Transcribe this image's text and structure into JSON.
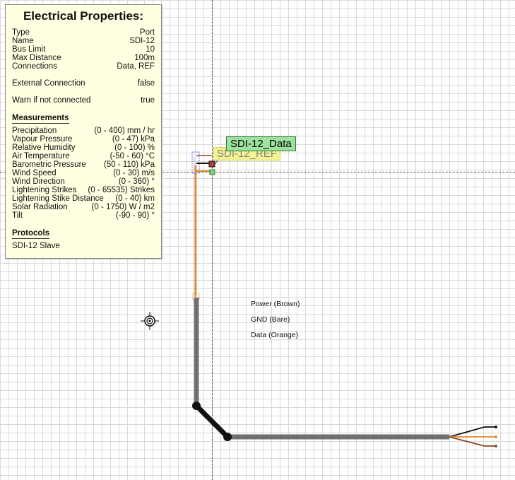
{
  "properties": {
    "title": "Electrical Properties:",
    "rows": [
      {
        "label": "Type",
        "value": "Port"
      },
      {
        "label": "Name",
        "value": "SDI-12"
      },
      {
        "label": "Bus Limit",
        "value": "10"
      },
      {
        "label": "Max Distance",
        "value": "100m"
      },
      {
        "label": "Connections",
        "value": "Data, REF"
      }
    ],
    "external_connection": {
      "label": "External Connection",
      "value": "false"
    },
    "warn_if_not_connected": {
      "label": "Warn if not connected",
      "value": "true"
    },
    "measurements_heading": "Measurements",
    "measurements": [
      {
        "label": "Precipitation",
        "value": "(0 - 400) mm / hr"
      },
      {
        "label": "Vapour Pressure",
        "value": "(0 - 47) kPa"
      },
      {
        "label": "Relative Humidity",
        "value": "(0 - 100) %"
      },
      {
        "label": "Air Temperature",
        "value": "(-50 - 60) °C"
      },
      {
        "label": "Barometric Pressure",
        "value": "(50 - 110) kPa"
      },
      {
        "label": "Wind Speed",
        "value": "(0 - 30) m/s"
      },
      {
        "label": "Wind Direction",
        "value": "(0 - 360) °"
      },
      {
        "label": "Lightening Strikes",
        "value": "(0 - 65535) Strikes"
      },
      {
        "label": "Lightening Stike Distance",
        "value": "(0 - 40) km"
      },
      {
        "label": "Solar Radiation",
        "value": "(0 - 1750) W / m2"
      },
      {
        "label": "Tilt",
        "value": "(-90 - 90) °"
      }
    ],
    "protocols_heading": "Protocols",
    "protocols": [
      "SDI-12 Slave"
    ]
  },
  "port_labels": {
    "data": "SDI-12_Data",
    "ref": "SDI-12_REF"
  },
  "wire_labels": {
    "power": "Power (Brown)",
    "gnd": "GND (Bare)",
    "data": "Data (Orange)"
  },
  "colors": {
    "cable": "#707070",
    "wire_orange": "#e08a2c",
    "wire_brown": "#8b4a1e",
    "wire_black": "#111111",
    "label_green": "#9fe29f",
    "label_yellow": "#f3f38a",
    "panel_bg": "#ffffe1"
  },
  "icons": {
    "move_target": "crosshair-target-icon"
  }
}
